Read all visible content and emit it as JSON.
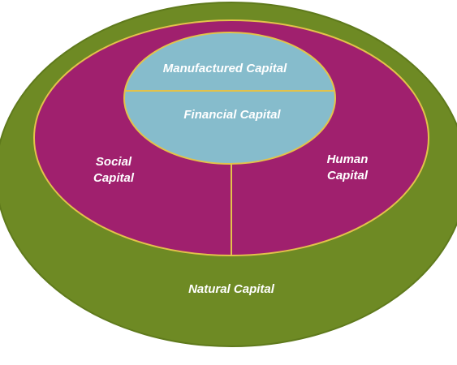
{
  "diagram": {
    "labels": {
      "natural": "Natural Capital",
      "social_line1": "Social",
      "social_line2": "Capital",
      "human_line1": "Human",
      "human_line2": "Capital",
      "manufactured": "Manufactured Capital",
      "financial": "Financial Capital"
    },
    "colors": {
      "natural": "#6e8a24",
      "social_human": "#a0206e",
      "core": "#86bccc",
      "divider": "#e3c24a"
    }
  }
}
